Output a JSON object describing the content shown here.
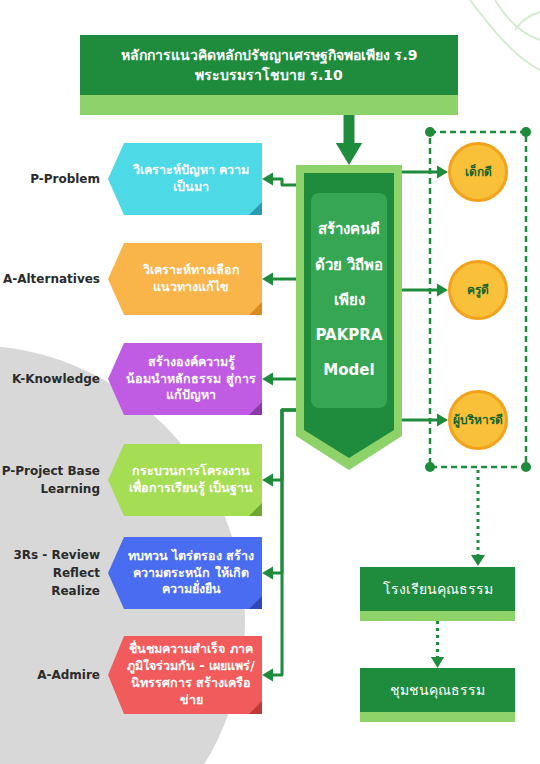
{
  "diagram": {
    "nodes": [
      {
        "text": [
          "หลักการแนวคิดหลักปรัชญาเศรษฐกิจพอเพียง ร.9",
          "พระบรมราโชบาย ร.10"
        ]
      },
      {
        "text": [
          "สร้างคนดี ด้วย วิถีพอเพียง PAKPRA Model"
        ]
      },
      {
        "text": [
          "P-Problem",
          "วิเคราะห์ปัญหา ความเป็นมา"
        ]
      },
      {
        "text": [
          "A-Alternatives",
          "วิเคราะห์ทางเลือก แนวทางแก้ไข"
        ]
      },
      {
        "text": [
          "K-Knowledge",
          "สร้างองค์ความรู้ น้อมนำหลักธรรม สู่การแก้ปัญหา"
        ]
      },
      {
        "text": [
          "P-Project Base Learning",
          "กระบวนการโครงงาน เพื่อการเรียนรู้ เป็นฐาน"
        ]
      },
      {
        "text": [
          "3Rs - Review Reflect Realize",
          "ทบทวน ไตร่ตรอง สร้างความตระหนัก ให้เกิดความยั่งยืน"
        ]
      },
      {
        "text": [
          "A-Admire",
          "ชื่นชมความสำเร็จ ภาคภูมิใจร่วมกัน - เผยแพร่/นิทรรศการ สร้างเครือข่าย"
        ]
      },
      {
        "text": [
          "เด็กดี"
        ]
      },
      {
        "text": [
          "ครูดี"
        ]
      },
      {
        "text": [
          "ผู้บริหารดี"
        ]
      },
      {
        "text": [
          "โรงเรียนคุณธรรม"
        ]
      },
      {
        "text": [
          "ชุมชนคุณธรรม"
        ]
      }
    ],
    "edges": [
      {
        "from": 0,
        "to": 1,
        "arrow": "to"
      },
      {
        "from": 1,
        "to": 2,
        "arrow": "to"
      },
      {
        "from": 1,
        "to": 3,
        "arrow": "to"
      },
      {
        "from": 1,
        "to": 4,
        "arrow": "to"
      },
      {
        "from": 1,
        "to": 5,
        "arrow": "to"
      },
      {
        "from": 1,
        "to": 6,
        "arrow": "to"
      },
      {
        "from": 1,
        "to": 7,
        "arrow": "to"
      },
      {
        "from": 1,
        "to": 8,
        "arrow": "to"
      },
      {
        "from": 1,
        "to": 9,
        "arrow": "to"
      },
      {
        "from": 1,
        "to": 10,
        "arrow": "to"
      },
      {
        "from": 11,
        "to": 12,
        "arrow": "to"
      }
    ]
  }
}
